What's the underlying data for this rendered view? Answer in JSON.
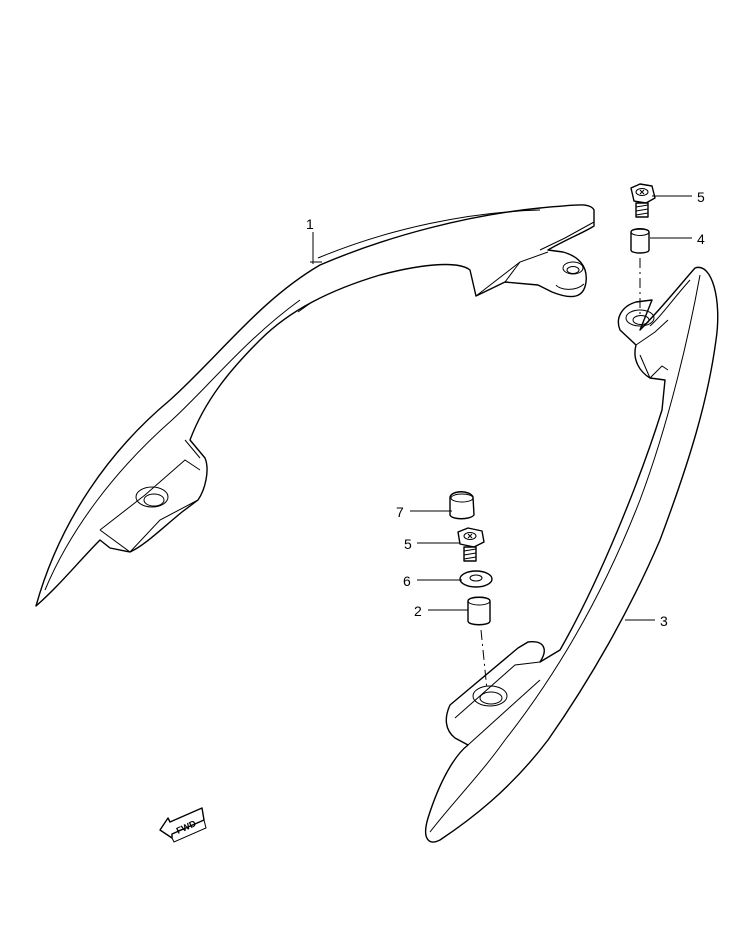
{
  "callouts": [
    {
      "id": "part-1",
      "label": "1"
    },
    {
      "id": "part-2",
      "label": "2"
    },
    {
      "id": "part-3",
      "label": "3"
    },
    {
      "id": "part-4",
      "label": "4"
    },
    {
      "id": "part-5-top",
      "label": "5"
    },
    {
      "id": "part-5-lower",
      "label": "5"
    },
    {
      "id": "part-6",
      "label": "6"
    },
    {
      "id": "part-7",
      "label": "7"
    }
  ],
  "direction_arrow": {
    "label": "FWD"
  },
  "colors": {
    "line": "#000000",
    "background": "#ffffff"
  }
}
